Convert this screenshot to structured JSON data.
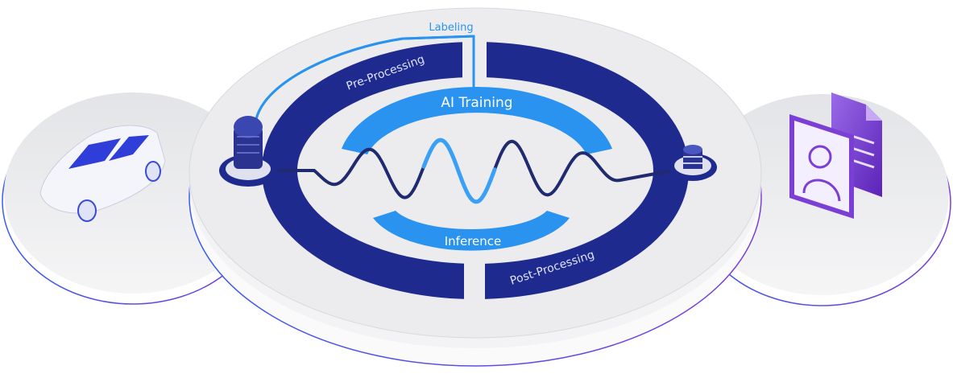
{
  "diagram": {
    "labels": {
      "labeling": "Labeling",
      "pre_processing": "Pre-Processing",
      "ai_training": "AI Training",
      "inference": "Inference",
      "post_processing": "Post-Processing"
    },
    "icons": [
      "car-icon",
      "microphone-sensor-icon",
      "database-icon",
      "document-person-icon"
    ],
    "colors": {
      "ring": "#1f2a8f",
      "arc": "#2a93ef",
      "labeling_line": "#2a93ef",
      "platform": "#eeeff1",
      "rim": "#4a50e0",
      "document": "#7b3fd6"
    }
  }
}
